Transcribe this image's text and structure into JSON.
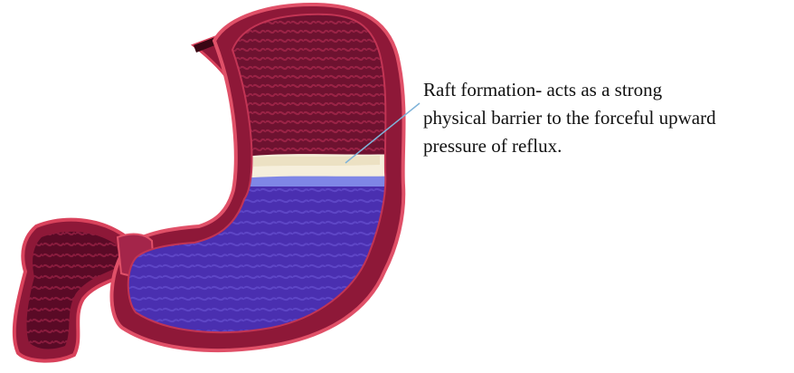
{
  "annotation": {
    "lines": [
      "Raft formation- acts as a strong",
      "physical barrier to the forceful upward",
      "pressure of reflux."
    ]
  },
  "colors": {
    "stomach_wall": "#8e1838",
    "wall_edge": "#d9425c",
    "interior_dark": "#5a0a26",
    "raft": "#f6efdc",
    "gastric_fluid": "#4a2fb0",
    "fluid_surface": "#7f86e6",
    "pointer_line": "#7fb3d9"
  },
  "icons": {
    "stomach": "stomach-illustration-icon"
  }
}
